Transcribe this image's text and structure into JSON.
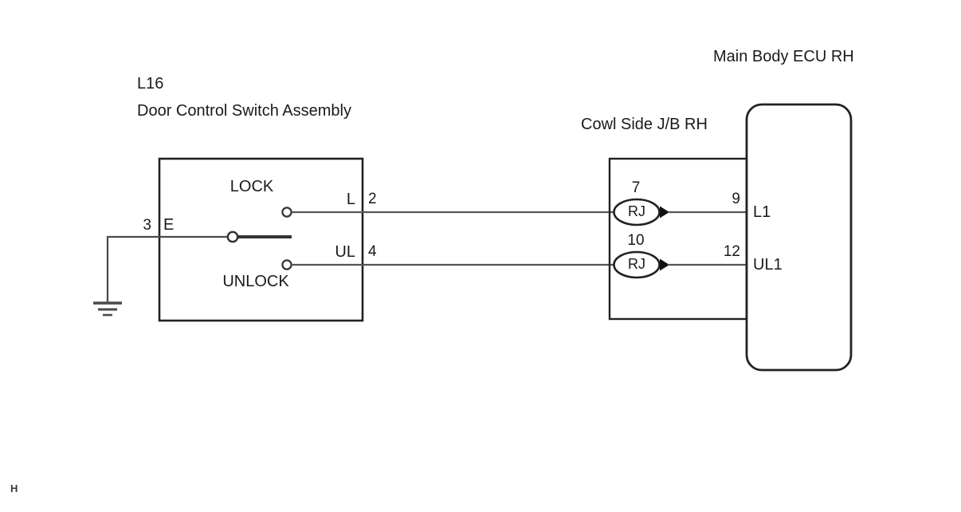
{
  "diagram": {
    "type": "automotive-wiring-diagram",
    "page_marker": "H",
    "components": {
      "switch": {
        "code": "L16",
        "name": "Door Control Switch Assembly",
        "state_labels": {
          "upper": "LOCK",
          "lower": "UNLOCK"
        },
        "terminals": [
          {
            "pin": "3",
            "name": "E",
            "side": "left",
            "note": "ground"
          },
          {
            "pin": "2",
            "name": "L",
            "side": "right",
            "note": "lock output"
          },
          {
            "pin": "4",
            "name": "UL",
            "side": "right",
            "note": "unlock output"
          }
        ]
      },
      "junction_block": {
        "name": "Cowl Side J/B RH",
        "joints": [
          {
            "label": "RJ",
            "pin": "7"
          },
          {
            "label": "RJ",
            "pin": "10"
          }
        ]
      },
      "ecu": {
        "name": "Main Body ECU RH",
        "terminals": [
          {
            "pin": "9",
            "name": "L1"
          },
          {
            "pin": "12",
            "name": "UL1"
          }
        ]
      }
    },
    "connections": [
      {
        "from": "L16-2 (L)",
        "to": "RJ 7",
        "then": "ECU 9 (L1)"
      },
      {
        "from": "L16-4 (UL)",
        "to": "RJ 10",
        "then": "ECU 12 (UL1)"
      },
      {
        "from": "L16-3 (E)",
        "to": "Ground"
      }
    ],
    "colors": {
      "line": "#222222",
      "wire": "#555555",
      "background": "#ffffff",
      "text": "#1a1a1a"
    }
  }
}
